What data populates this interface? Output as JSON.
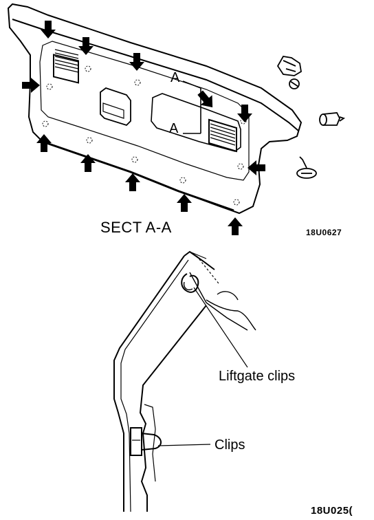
{
  "upper_diagram": {
    "section_label": "SECT A-A",
    "figure_code": "18U0627",
    "section_marker_top": "A",
    "section_marker_bottom": "A"
  },
  "lower_diagram": {
    "callout_liftgate": "Liftgate clips",
    "callout_clips": "Clips",
    "figure_code": "18U025("
  }
}
